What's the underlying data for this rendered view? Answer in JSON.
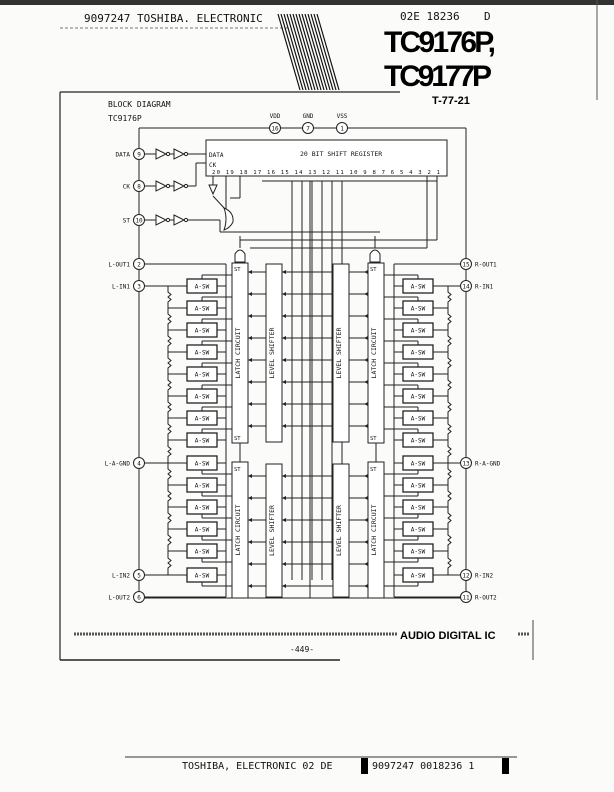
{
  "header": {
    "left_code": "9097247 TOSHIBA. ELECTRONIC",
    "right_code": "02E 18236",
    "right_letter": "D",
    "part1": "TC9176P,",
    "part2": "TC9177P"
  },
  "diagram": {
    "title": "BLOCK DIAGRAM",
    "subtitle": "TC9176P",
    "ref": "T-77-21",
    "power_pins": [
      {
        "label": "VDD",
        "num": "16"
      },
      {
        "label": "GND",
        "num": "7"
      },
      {
        "label": "VSS",
        "num": "1"
      }
    ],
    "input_pins": [
      {
        "label": "DATA",
        "num": "9"
      },
      {
        "label": "CK",
        "num": "8"
      },
      {
        "label": "ST",
        "num": "10"
      }
    ],
    "left_pins": [
      {
        "label": "L-OUT1",
        "num": "2"
      },
      {
        "label": "L-IN1",
        "num": "3"
      },
      {
        "label": "L-A-GND",
        "num": "4"
      },
      {
        "label": "L-IN2",
        "num": "5"
      },
      {
        "label": "L-OUT2",
        "num": "6"
      }
    ],
    "right_pins": [
      {
        "label": "R-OUT1",
        "num": "15"
      },
      {
        "label": "R-IN1",
        "num": "14"
      },
      {
        "label": "R-A-GND",
        "num": "13"
      },
      {
        "label": "R-IN2",
        "num": "12"
      },
      {
        "label": "R-OUT2",
        "num": "11"
      }
    ],
    "shift_register": {
      "title": "20 BIT SHIFT REGISTER",
      "data_label": "DATA",
      "ck_label": "CK",
      "bits": "20 19 18 17 16 15 14 13 12 11 10 9 8 7 6 5 4 3 2 1"
    },
    "latch_label": "LATCH CIRCUIT",
    "level_label": "LEVEL SHIFTER",
    "st_label": "ST",
    "asw_label": "A-SW"
  },
  "footer": {
    "section": "AUDIO DIGITAL IC",
    "page": "-449-",
    "scan_line": "TOSHIBA, ELECTRONIC 02  DE",
    "scan_code": "9097247 0018236 1"
  }
}
